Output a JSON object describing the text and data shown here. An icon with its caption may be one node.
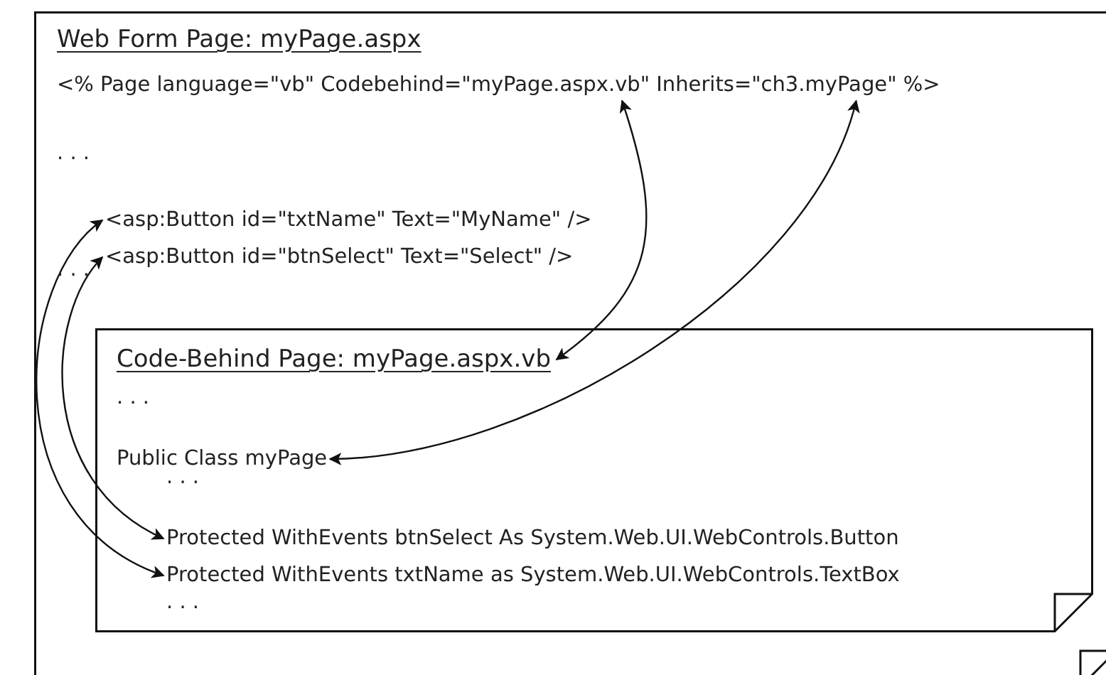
{
  "diagram": {
    "nodes": [
      {
        "text": [
          "Web Form Page: myPage.aspx"
        ]
      },
      {
        "text": [
          "<% Page language=\"vb\" Codebehind=\"myPage.aspx.vb\" Inherits=\"ch3.myPage\" %>"
        ],
        "in": 0
      },
      {
        "text": [
          "<asp:Button id=\"txtName\" Text=\"MyName\" />"
        ],
        "in": 0
      },
      {
        "text": [
          "<asp:Button id=\"btnSelect\" Text=\"Select\" />"
        ],
        "in": 0
      },
      {
        "text": [
          "Code-Behind Page: myPage.aspx.vb"
        ],
        "in": 0
      },
      {
        "text": [
          "Public Class myPage"
        ],
        "in": 4
      },
      {
        "text": [
          "Protected WithEvents btnSelect As System.Web.UI.WebControls.Button"
        ],
        "in": 4
      },
      {
        "text": [
          "Protected WithEvents txtName as System.Web.UI.WebControls.TextBox"
        ],
        "in": 4
      }
    ],
    "edges": [
      {
        "from": 1,
        "to": 4,
        "arrow": "both"
      },
      {
        "from": 1,
        "to": 5,
        "arrow": "both"
      },
      {
        "from": 2,
        "to": 7,
        "arrow": "both"
      },
      {
        "from": 3,
        "to": 6,
        "arrow": "both"
      }
    ],
    "labels": [
      ". . .",
      ". . .",
      ". . .",
      ". . .",
      ". . ."
    ]
  }
}
